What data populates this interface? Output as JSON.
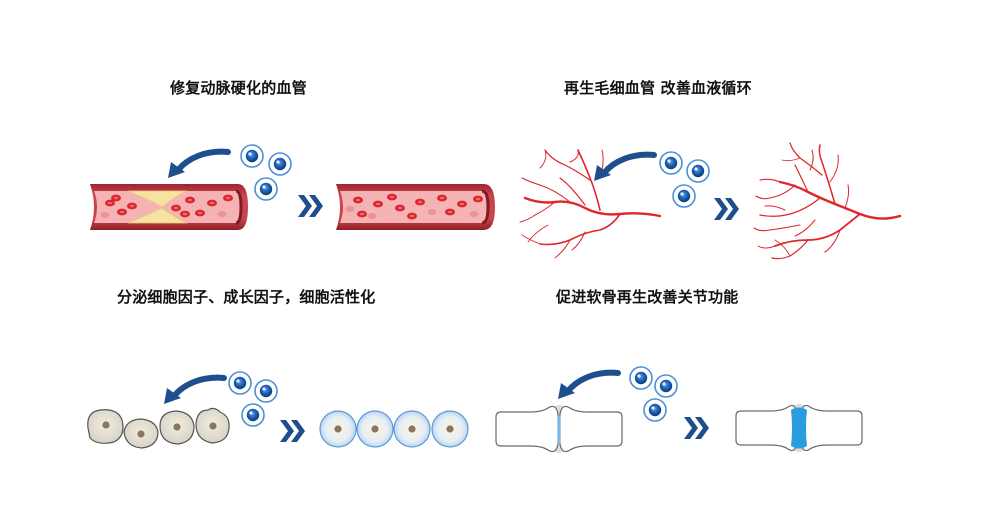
{
  "panels": [
    {
      "id": "artery",
      "title": "修复动脉硬化的血管",
      "before_icon": "clogged-artery-icon",
      "after_icon": "clear-artery-icon"
    },
    {
      "id": "capillary",
      "title": "再生毛细血管 改善血液循环",
      "before_icon": "sparse-capillary-icon",
      "after_icon": "dense-capillary-icon"
    },
    {
      "id": "cells",
      "title": "分泌细胞因子、成长因子，细胞活性化",
      "before_icon": "aged-cells-icon",
      "after_icon": "activated-cells-icon"
    },
    {
      "id": "cartilage",
      "title": "促进软骨再生改善关节功能",
      "before_icon": "worn-joint-icon",
      "after_icon": "regenerated-joint-icon"
    }
  ],
  "colors": {
    "arrow_blue": "#1f4e8c",
    "stem_cell_blue": "#1a5fb4",
    "stem_ring": "#4a90d9",
    "vessel_wall": "#b8303a",
    "vessel_inner": "#f2a7a7",
    "blood_cell": "#d9262e",
    "plaque": "#f7e3a1",
    "capillary_red": "#e0252b",
    "cell_gray": "#e4e1da",
    "nucleus": "#8a7560",
    "cartilage_blue": "#2a9ce0"
  }
}
